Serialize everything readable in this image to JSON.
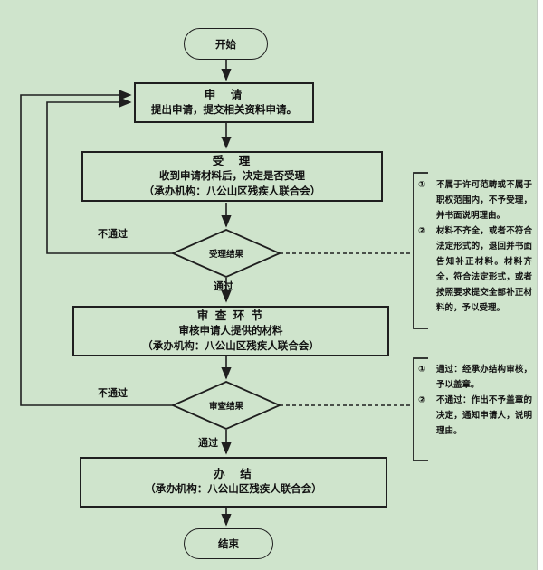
{
  "colors": {
    "background": "#cfe4cc",
    "line": "#1f1f1f",
    "text": "#111111"
  },
  "flowchart": {
    "start": {
      "label": "开始"
    },
    "apply": {
      "title": "申　请",
      "line1": "提出申请，提交相关资料申请。"
    },
    "accept": {
      "title": "受　理",
      "line1": "收到申请材料后，决定是否受理",
      "line2": "（承办机构：八公山区残疾人联合会）"
    },
    "decision1": {
      "label": "受理结果",
      "pass_label": "通过",
      "fail_label": "不通过"
    },
    "review": {
      "title": "审 查 环 节",
      "line1": "审核申请人提供的材料",
      "line2": "（承办机构：八公山区残疾人联合会）"
    },
    "decision2": {
      "label": "审查结果",
      "pass_label": "通过",
      "fail_label": "不通过"
    },
    "complete": {
      "title": "办　结",
      "line1": "（承办机构：八公山区残疾人联合会）"
    },
    "end": {
      "label": "结束"
    }
  },
  "notes": {
    "acceptance": {
      "items": [
        {
          "marker": "①",
          "text": "不属于许可范畴或不属于职权范围内，不予受理，并书面说明理由。"
        },
        {
          "marker": "②",
          "text": "材料不齐全，或者不符合法定形式的，退回并书面告知补正材料。材料齐全，符合法定形式，或者按照要求提交全部补正材料的，予以受理。"
        }
      ]
    },
    "review": {
      "items": [
        {
          "marker": "①",
          "text": "通过：经承办结构审核，予以盖章。"
        },
        {
          "marker": "②",
          "text": "不通过：作出不予盖章的决定，通知申请人，说明理由。"
        }
      ]
    }
  }
}
